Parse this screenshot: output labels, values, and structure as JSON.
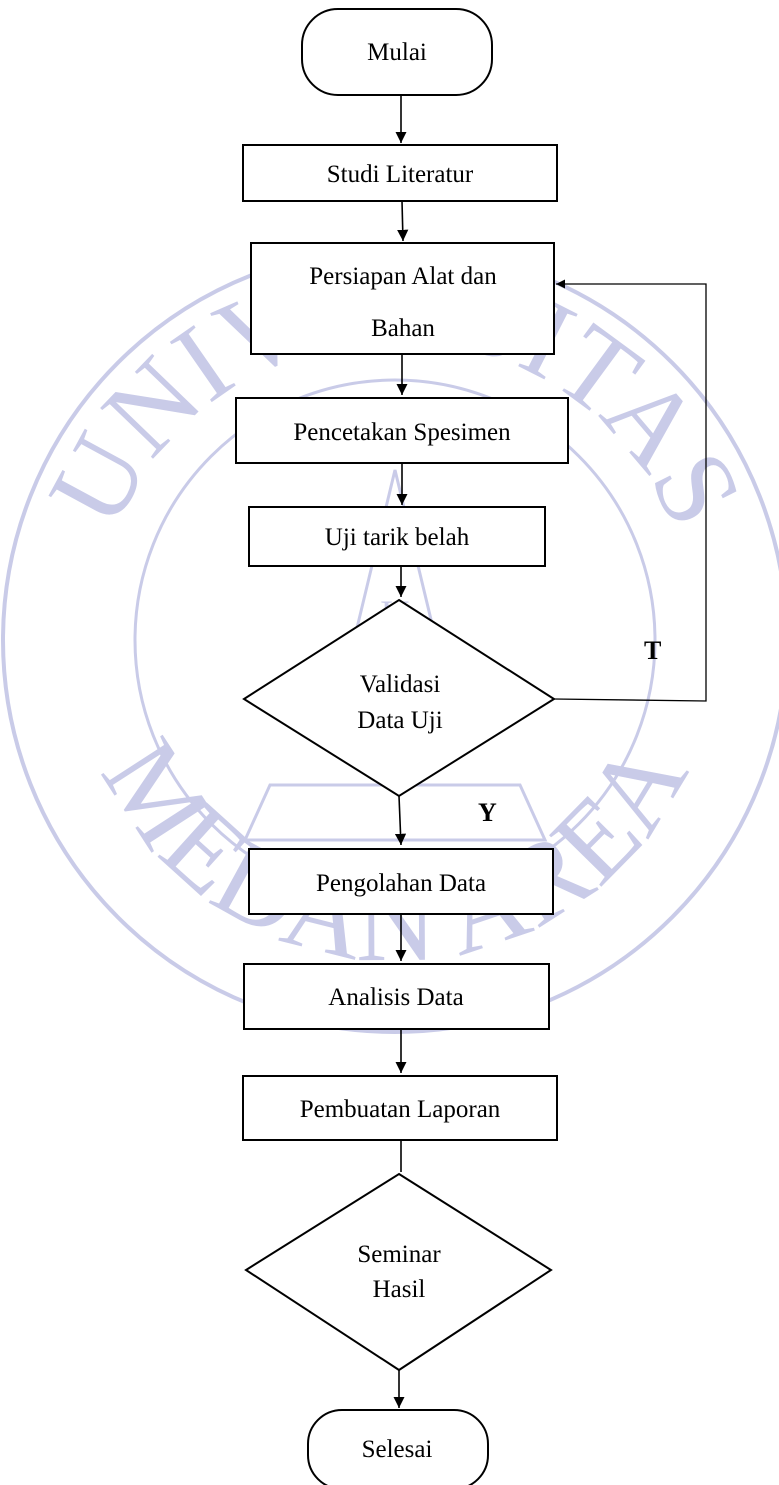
{
  "watermark": {
    "top_text": "UNIVERSITAS",
    "bottom_text": "MEDAN AREA",
    "badge": [
      "U",
      "M",
      "A"
    ],
    "color": "#c9cbe8"
  },
  "flowchart": {
    "start": "Mulai",
    "study": "Studi Literatur",
    "prep_line1": "Persiapan Alat dan",
    "prep_line2": "Bahan",
    "print": "Pencetakan Spesimen",
    "test": "Uji tarik belah",
    "validate_line1": "Validasi",
    "validate_line2": "Data Uji",
    "label_no": "T",
    "label_yes": "Y",
    "process": "Pengolahan Data",
    "analysis": "Analisis Data",
    "report": "Pembuatan Laporan",
    "seminar_line1": "Seminar",
    "seminar_line2": "Hasil",
    "end": "Selesai",
    "line_color": "#000000"
  }
}
